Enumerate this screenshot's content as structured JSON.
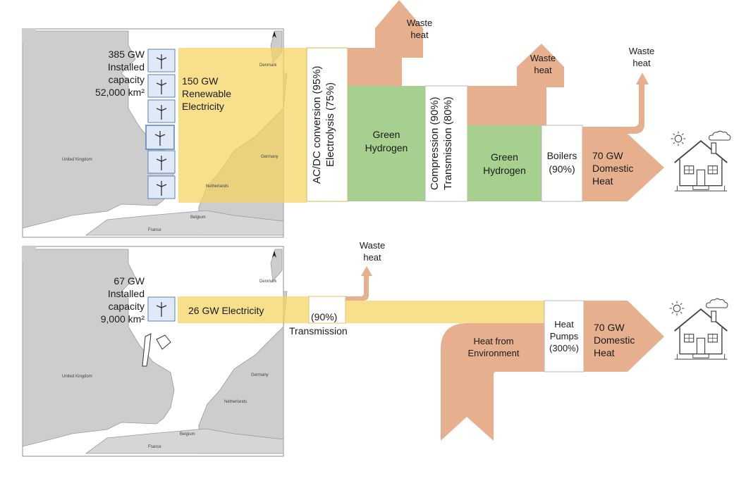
{
  "top": {
    "capacity_label": "385 GW\nInstalled\ncapacity\n52,000 km²",
    "electricity_label": "150 GW\nRenewable\nElectricity",
    "conversion_label": "AC/DC conversion (95%)\nElectrolysis (75%)",
    "hydrogen_1_label": "Green\nHydrogen",
    "compression_label": "Compression (90%)\nTransmission (80%)",
    "hydrogen_2_label": "Green\nHydrogen",
    "boilers_label": "Boilers\n(90%)",
    "domestic_heat_label": "70 GW\nDomestic\nHeat",
    "waste_heat_1": "Waste\nheat",
    "waste_heat_2": "Waste\nheat",
    "waste_heat_3": "Waste\nheat"
  },
  "bottom": {
    "capacity_label": "67 GW\nInstalled\ncapacity\n9,000 km²",
    "electricity_label": "26 GW Electricity",
    "transmission_pct": "(90%)",
    "transmission_label": "Transmission",
    "waste_heat": "Waste\nheat",
    "environment_label": "Heat from\nEnvironment",
    "heat_pumps_label": "Heat\nPumps\n(300%)",
    "domestic_heat_label": "70 GW\nDomestic\nHeat"
  },
  "map": {
    "denmark": "Denmark",
    "germany": "Germany",
    "netherlands": "Netherlands",
    "united_kingdom": "United Kingdom",
    "belgium": "Belgium",
    "france": "France"
  },
  "colors": {
    "electricity": "#f5d35f",
    "hydrogen": "#a7cf8f",
    "heat": "#e6b08f",
    "land": "#cdcdcd",
    "turbine_box": "#dfe9f7"
  },
  "icons": [
    "wind-turbine-icon",
    "house-icon",
    "sun-icon",
    "cloud-icon",
    "north-arrow-icon"
  ]
}
